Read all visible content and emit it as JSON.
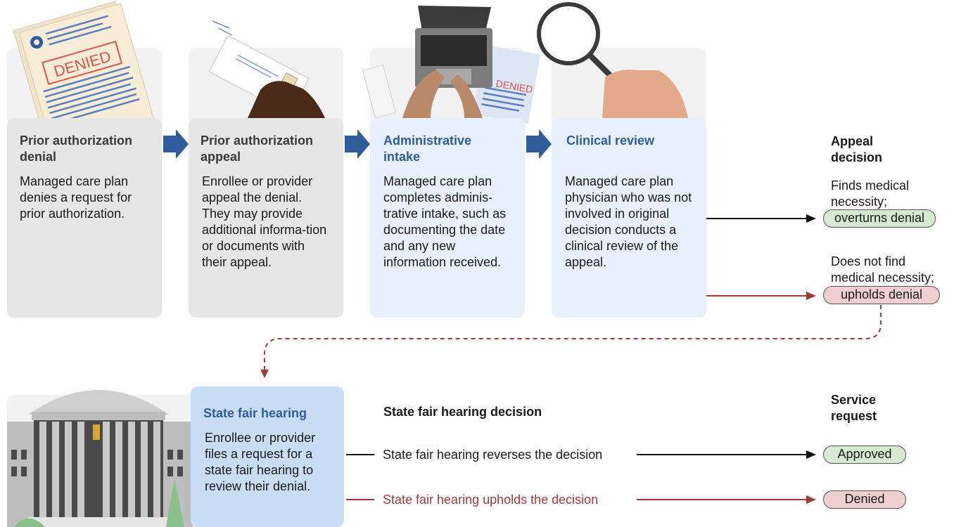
{
  "steps": [
    {
      "title": "Prior authorization denial",
      "body": "Managed care plan denies a request for prior authorization."
    },
    {
      "title": "Prior authorization appeal",
      "body": "Enrollee or provider appeal the denial. They may provide additional informa-tion or documents with their appeal."
    },
    {
      "title": "Administrative intake",
      "body": "Managed care plan completes adminis-trative intake, such as documenting the date and any new information received."
    },
    {
      "title": "Clinical review",
      "body": "Managed care plan physician who was not involved in original decision conducts a clinical review of the appeal."
    }
  ],
  "appeal_decision": {
    "heading": "Appeal decision",
    "overturn_text": "Finds medical necessity;",
    "overturn_pill": "overturns denial",
    "uphold_text": "Does not find medical necessity;",
    "uphold_pill": "upholds denial"
  },
  "hearing": {
    "title": "State fair hearing",
    "body": "Enrollee or provider files a request for a state fair hearing to review their denial.",
    "decision_heading": "State fair hearing decision",
    "reverses": "State fair hearing reverses the decision",
    "upholds": "State fair hearing upholds the decision"
  },
  "service_request": {
    "heading": "Service request",
    "approved": "Approved",
    "denied": "Denied"
  },
  "illustrations": {
    "denied_stamp": "DENIED",
    "denied_stamp_small": "DENIED"
  },
  "colors": {
    "step_blue": "#2f5d9c",
    "arrow_blue": "#2f5d9c",
    "red_line": "#a33a3a",
    "green_pill": "#d6ead2",
    "red_pill": "#efcfcf"
  }
}
